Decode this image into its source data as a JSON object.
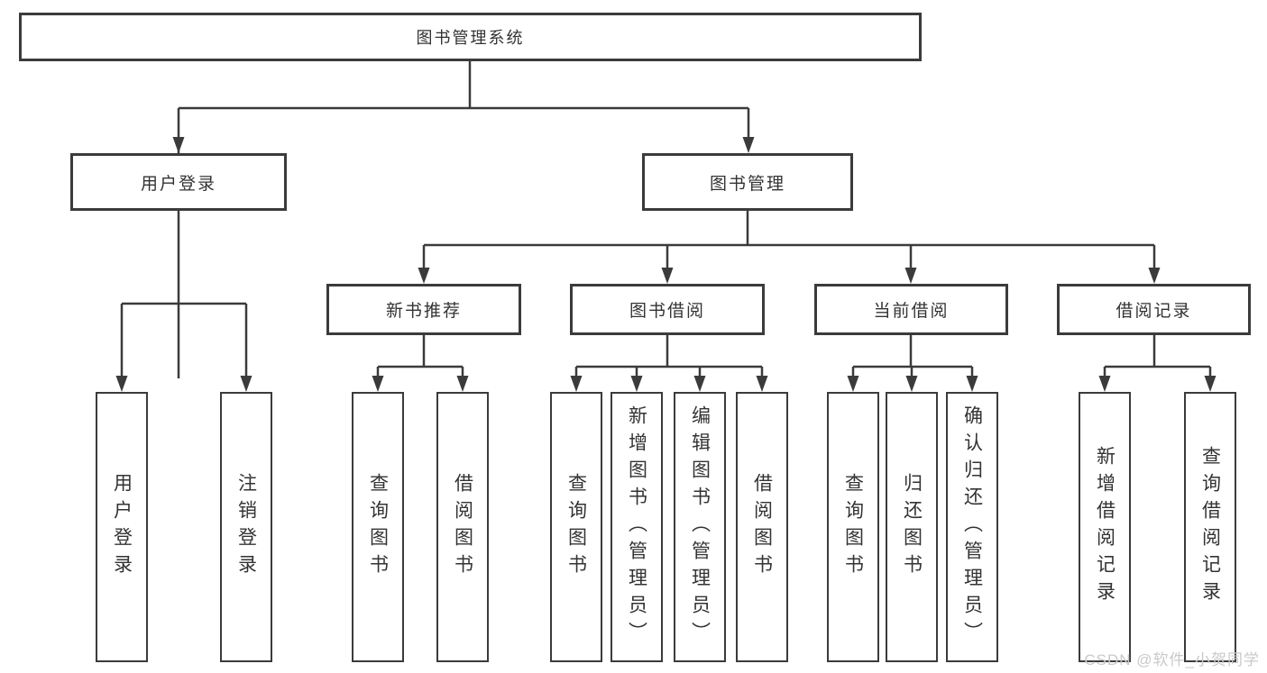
{
  "diagram": {
    "title": "图书管理系统",
    "tree": {
      "root": "图书管理系统",
      "user_login": "用户登录",
      "leaf_user_login": "用户登录",
      "leaf_logout": "注销登录",
      "book_mgmt": "图书管理",
      "new_book_rec": "新书推荐",
      "rec_query_book": "查询图书",
      "rec_borrow_book": "借阅图书",
      "book_borrow": "图书借阅",
      "bb_query_book": "查询图书",
      "bb_add_book": "新增图书（管理员）",
      "bb_edit_book": "编辑图书（管理员）",
      "bb_borrow_book": "借阅图书",
      "current_borrow": "当前借阅",
      "cb_query_book": "查询图书",
      "cb_return_book": "归还图书",
      "cb_confirm_return": "确认归还（管理员）",
      "borrow_record": "借阅记录",
      "br_add_record": "新增借阅记录",
      "br_query_record": "查询借阅记录"
    },
    "colors": {
      "line": "#3b3b3b",
      "text": "#333333",
      "background": "#ffffff",
      "watermark": "#c9c9c9"
    },
    "watermark": "CSDN @软件_小贺同学"
  }
}
